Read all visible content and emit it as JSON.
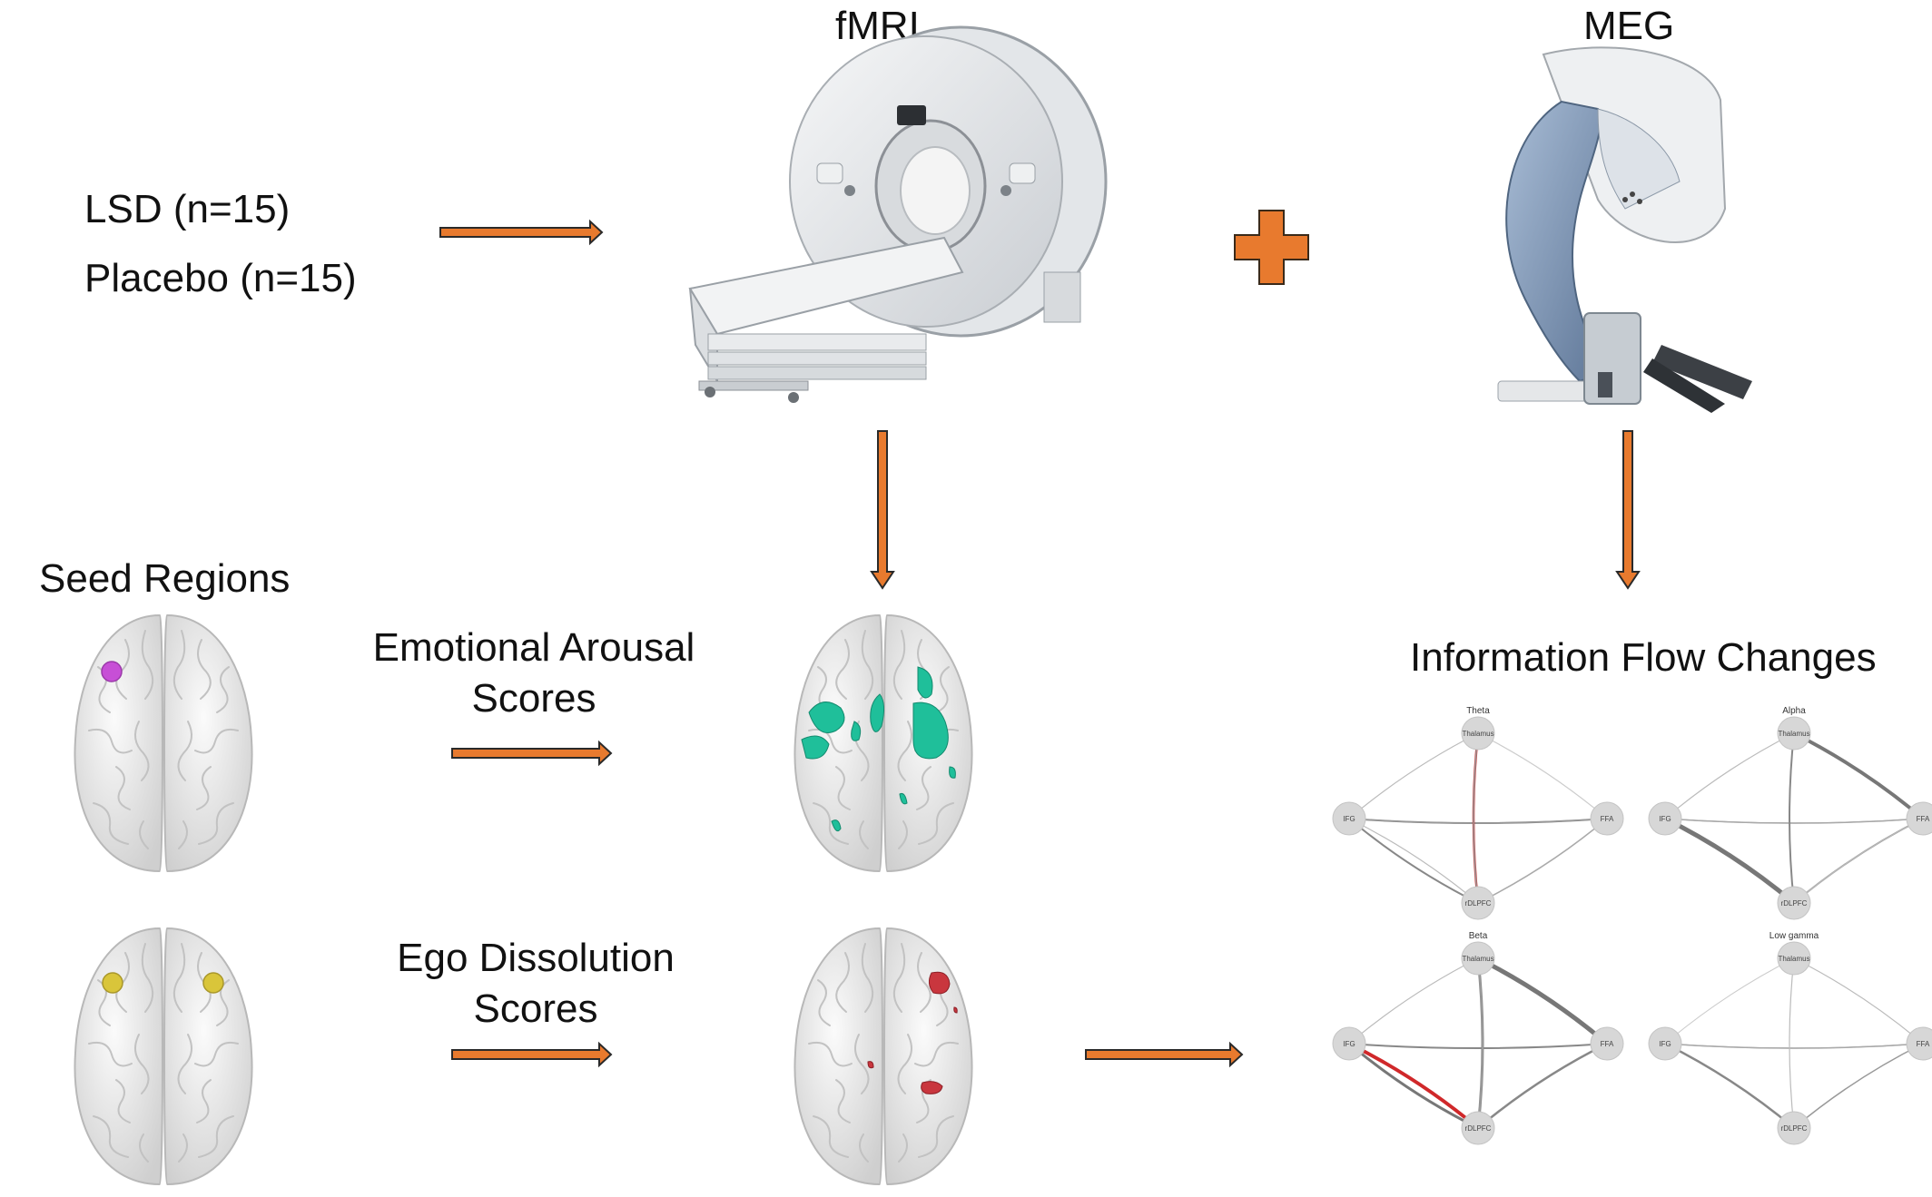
{
  "headers": {
    "fmri": "fMRI",
    "meg": "MEG"
  },
  "conditions": {
    "lsd": "LSD (n=15)",
    "placebo": "Placebo (n=15)"
  },
  "seed_regions": "Seed Regions",
  "scores": {
    "emotional_line1": "Emotional Arousal",
    "emotional_line2": "Scores",
    "ego_line1": "Ego Dissolution",
    "ego_line2": "Scores"
  },
  "info_flow": "Information Flow Changes",
  "networks": [
    {
      "title": "Theta",
      "nodes": {
        "top": "Thalamus",
        "left": "IFG",
        "right": "FFA",
        "bottom": "rDLPFC"
      }
    },
    {
      "title": "Alpha",
      "nodes": {
        "top": "Thalamus",
        "left": "IFG",
        "right": "FFA",
        "bottom": "rDLPFC"
      }
    },
    {
      "title": "Beta",
      "nodes": {
        "top": "Thalamus",
        "left": "IFG",
        "right": "FFA",
        "bottom": "rDLPFC"
      }
    },
    {
      "title": "Low gamma",
      "nodes": {
        "top": "Thalamus",
        "left": "IFG",
        "right": "FFA",
        "bottom": "rDLPFC"
      }
    }
  ],
  "colors": {
    "arrow": "#e87a2e",
    "arrow_stroke": "#2a2a2a",
    "plus": "#e87a2e",
    "seed_magenta": "#c74fd6",
    "seed_yellow": "#d9c53a",
    "cluster_green": "#1fbf9a",
    "cluster_red": "#c9363e",
    "highlight_edge": "#d0282a"
  },
  "icons": {
    "scanner": "mri-scanner-icon",
    "meg": "meg-scanner-icon",
    "plus": "plus-icon",
    "brain": "brain-icon"
  }
}
